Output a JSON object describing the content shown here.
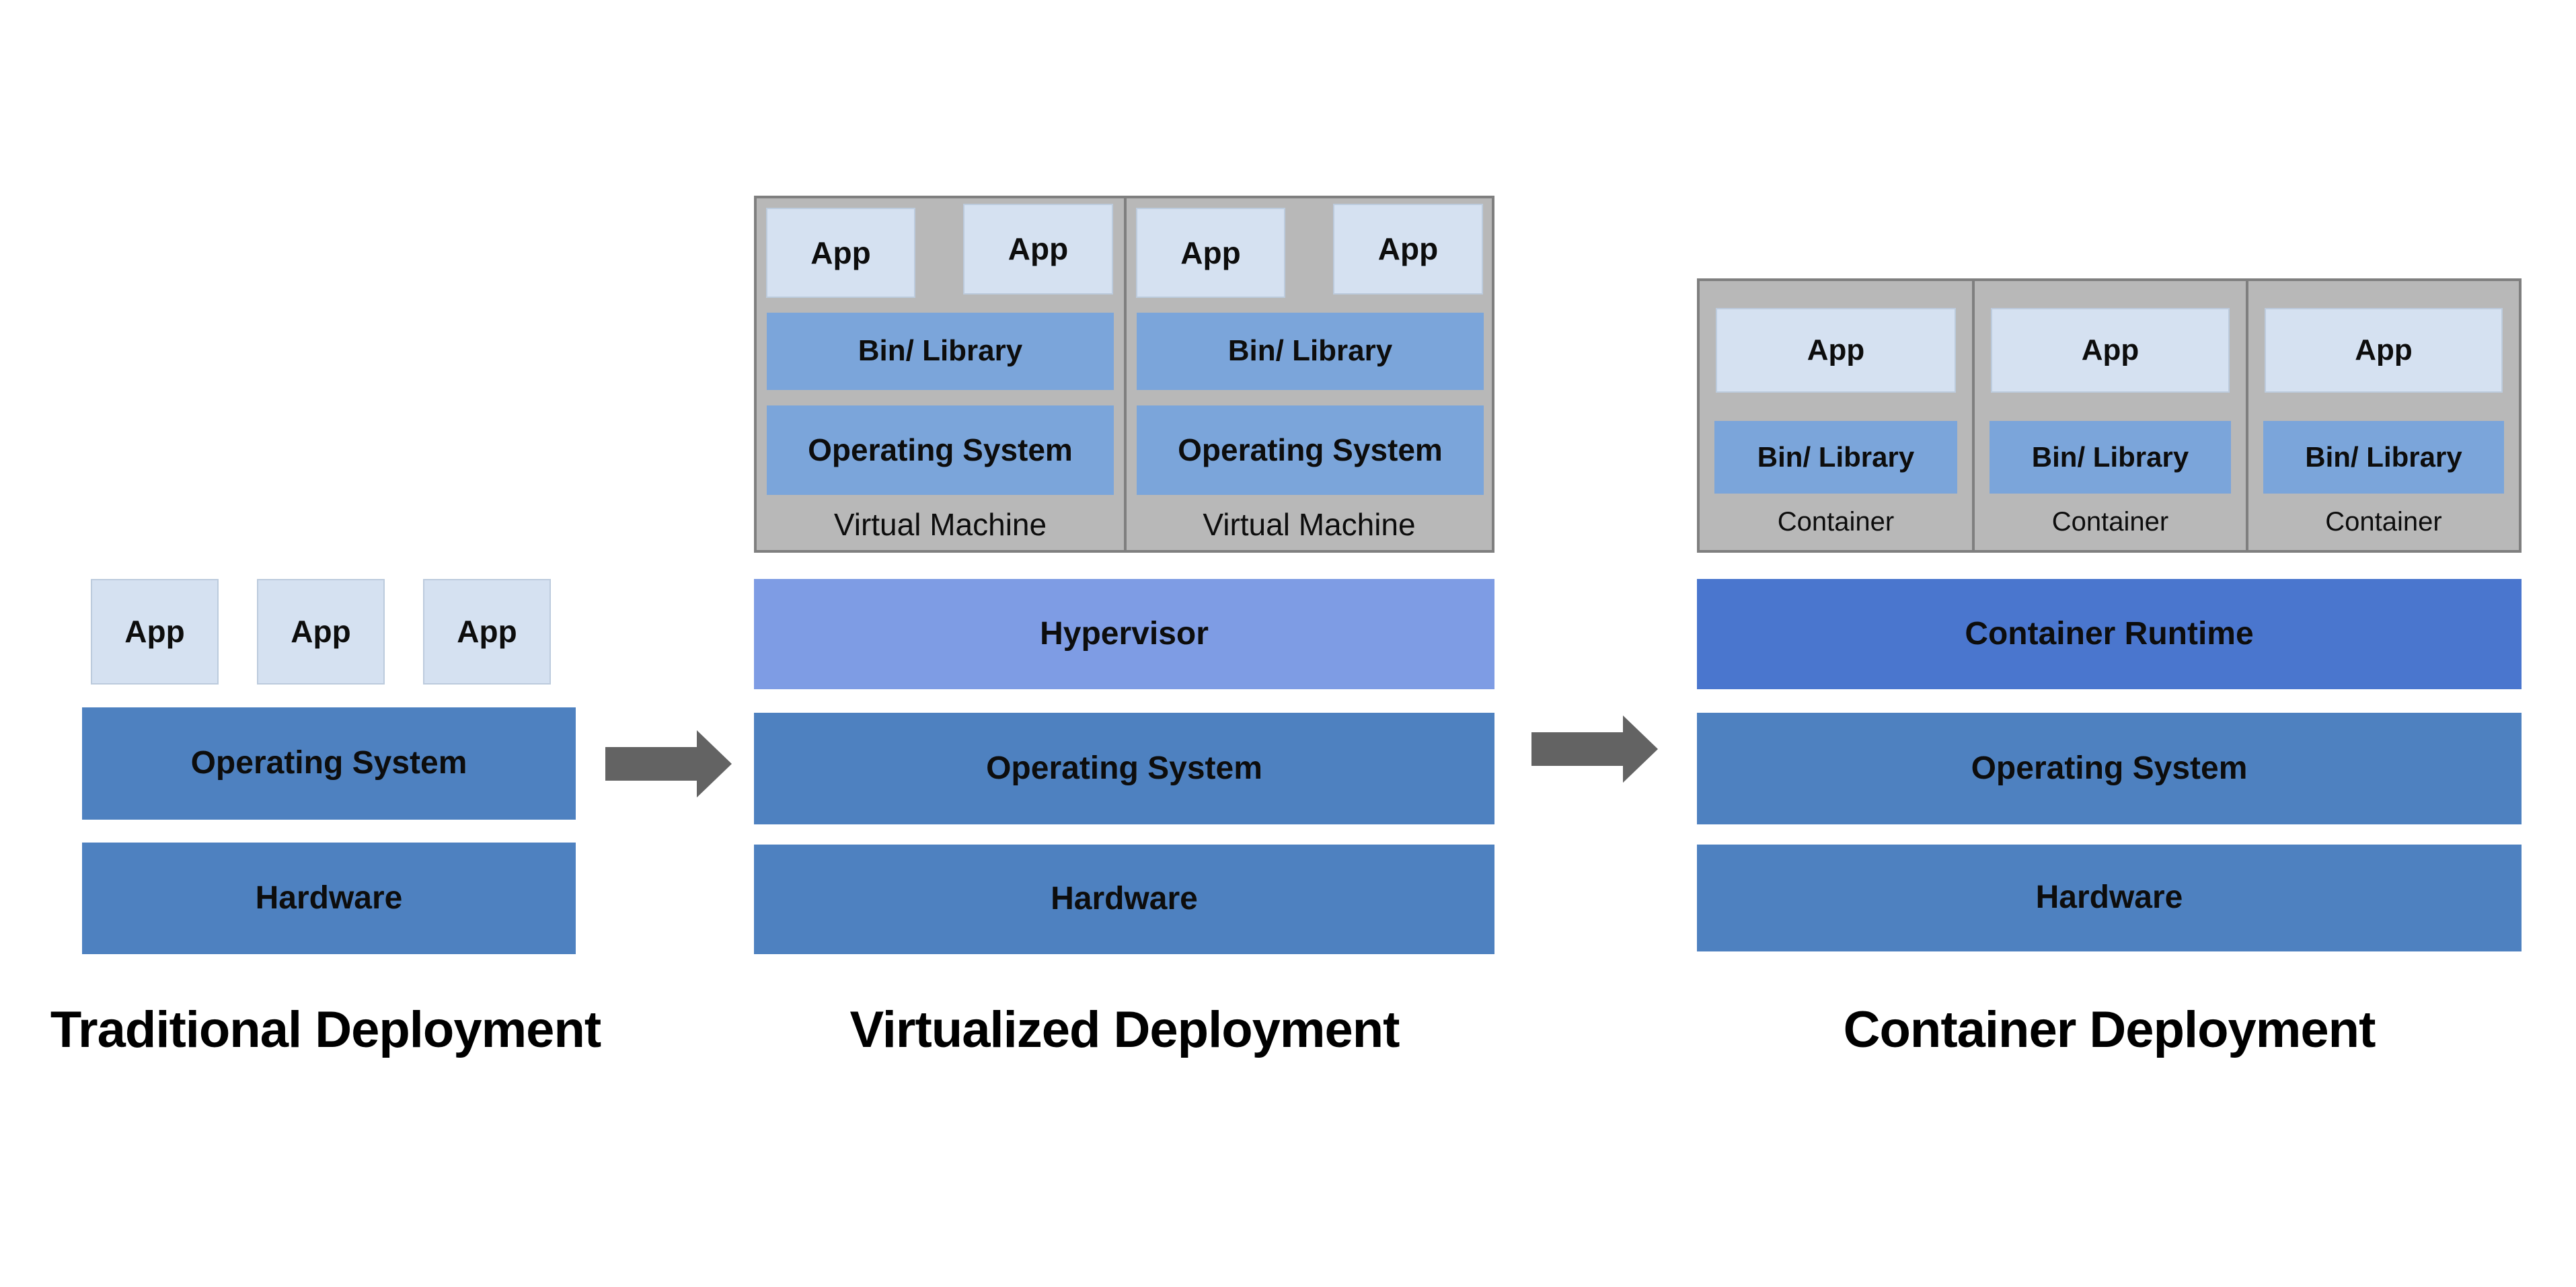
{
  "labels": {
    "app": "App",
    "bin_library": "Bin/ Library",
    "operating_system": "Operating System",
    "hardware": "Hardware",
    "hypervisor": "Hypervisor",
    "container_runtime": "Container Runtime",
    "virtual_machine": "Virtual Machine",
    "container": "Container"
  },
  "sections": {
    "traditional": {
      "title": "Traditional Deployment",
      "app_count": 3
    },
    "virtualized": {
      "title": "Virtualized Deployment",
      "vm_count": 2,
      "apps_per_vm": 2
    },
    "container": {
      "title": "Container Deployment",
      "container_count": 3
    }
  },
  "colors": {
    "background": "#ffffff",
    "app_box": "#d5e1f1",
    "bin_library_box": "#7ba5da",
    "os_hardware_box": "#4e81c0",
    "hypervisor_box": "#7e9ce4",
    "container_runtime_box": "#4a76ce",
    "group_box_fill": "#b8b8b8",
    "group_box_border": "#7f7f7f",
    "arrow": "#636363",
    "text": "#0d0d0d"
  }
}
